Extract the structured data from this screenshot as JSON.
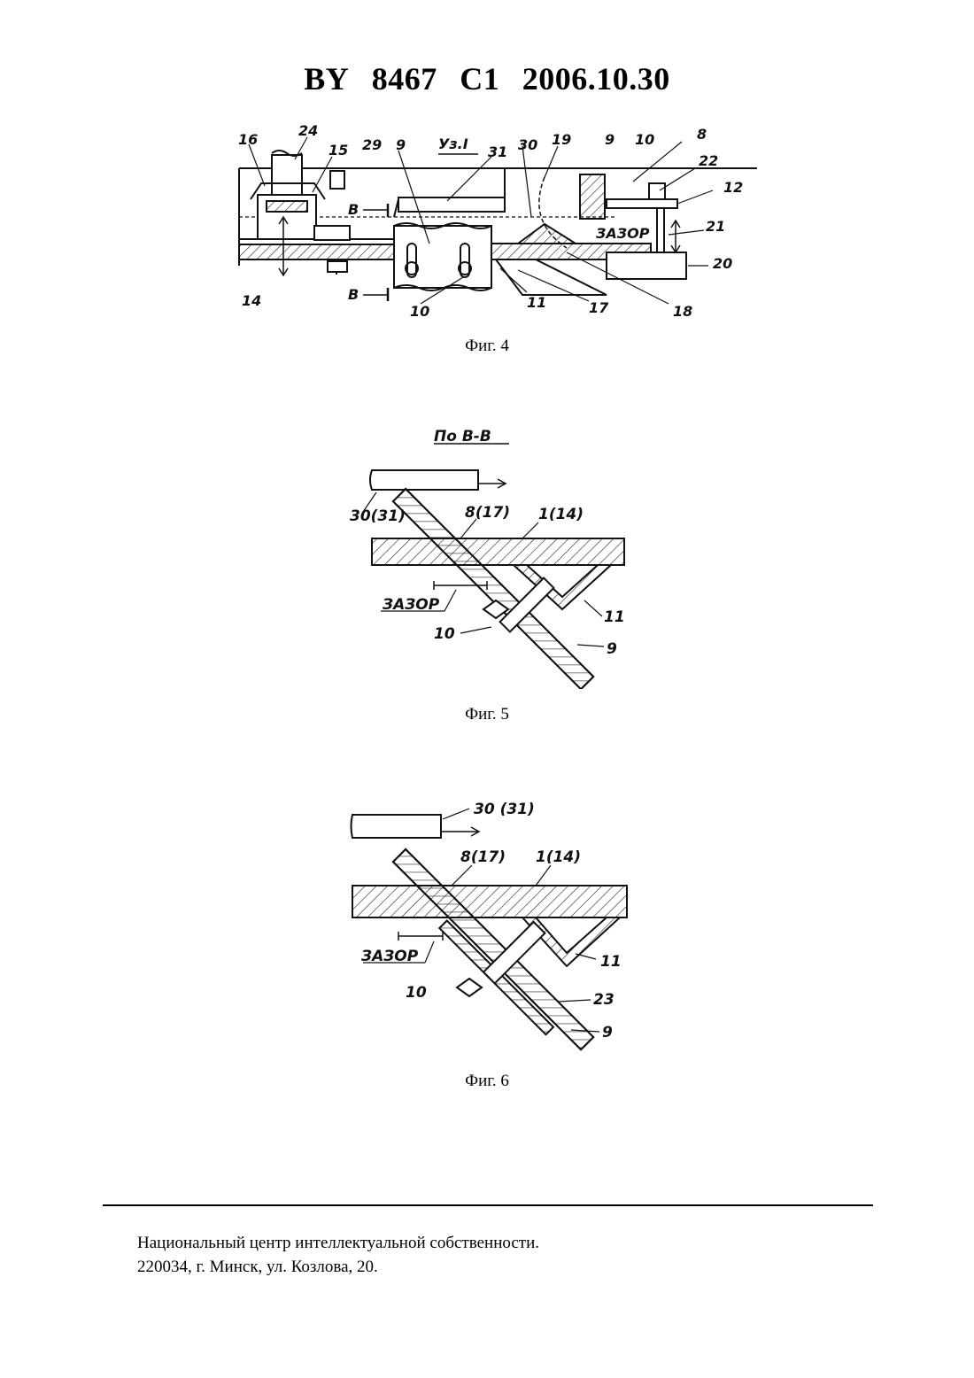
{
  "header": {
    "country": "BY",
    "number": "8467",
    "kind": "C1",
    "date": "2006.10.30"
  },
  "figures": [
    {
      "caption": "Фиг. 4",
      "section_label": "Уз.I",
      "labels": {
        "l16": "16",
        "l24": "24",
        "l15": "15",
        "l29": "29",
        "l9a": "9",
        "l31": "31",
        "l30": "30",
        "l19": "19",
        "l9b": "9",
        "l10a": "10",
        "l8": "8",
        "l22": "22",
        "l12": "12",
        "l21": "21",
        "l20": "20",
        "l14": "14",
        "l10b": "10",
        "l11": "11",
        "l17": "17",
        "l18": "18",
        "gap": "ЗАЗОР",
        "cutTop": "В",
        "cutBottom": "В"
      }
    },
    {
      "caption": "Фиг. 5",
      "section_label": "По В-В",
      "labels": {
        "l3031": "30(31)",
        "l817": "8(17)",
        "l114": "1(14)",
        "gap": "ЗАЗОР",
        "l11": "11",
        "l10": "10",
        "l9": "9"
      }
    },
    {
      "caption": "Фиг. 6",
      "labels": {
        "l3031": "30 (31)",
        "l817": "8(17)",
        "l114": "1(14)",
        "gap": "ЗАЗОР",
        "l11": "11",
        "l10": "10",
        "l23": "23",
        "l9": "9"
      }
    }
  ],
  "footer": {
    "line1": "Национальный центр интеллектуальной собственности.",
    "line2": "220034, г. Минск, ул. Козлова, 20."
  }
}
